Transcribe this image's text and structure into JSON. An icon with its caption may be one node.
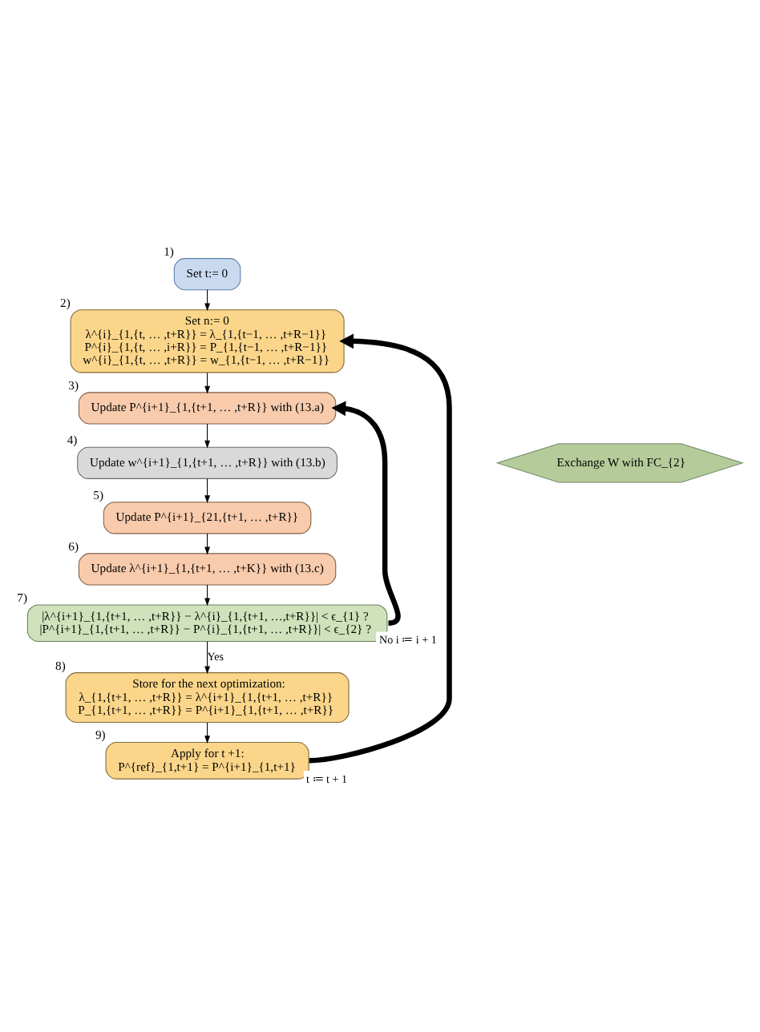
{
  "diagram": {
    "nodes": [
      {
        "text": [
          "Set t:= 0"
        ],
        "beside": [
          "1)"
        ]
      },
      {
        "text": [
          "Set n:= 0",
          "λ^{i}_{1,{t, … ,t+R}} = λ_{1,{t−1, … ,t+R−1}}",
          "P^{i}_{1,{t, … ,i+R}} = P_{1,{t−1, … ,t+R−1}}",
          "w^{i}_{1,{t, … ,t+R}} = w_{1,{t−1, … ,t+R−1}}"
        ],
        "beside": [
          "2)"
        ]
      },
      {
        "text": [
          "Update P^{i+1}_{1,{t+1, … ,t+R}} with (13.a)"
        ],
        "beside": [
          "3)"
        ]
      },
      {
        "text": [
          "Update w^{i+1}_{1,{t+1, … ,t+R}} with (13.b)"
        ],
        "beside": [
          "4)"
        ]
      },
      {
        "text": [
          "Update P^{i+1}_{21,{t+1, … ,t+R}}"
        ],
        "beside": [
          "5)"
        ]
      },
      {
        "text": [
          "Update λ^{i+1}_{1,{t+1, … ,t+K}} with (13.c)"
        ],
        "beside": [
          "6)"
        ]
      },
      {
        "text": [
          "|λ^{i+1}_{1,{t+1, … ,t+R}} − λ^{i}_{1,{t+1, …,t+R}}| < ϵ_{1} ?",
          "|P^{i+1}_{1,{t+1, … ,t+R}} − P^{i}_{1,{t+1, … ,t+R}}| < ϵ_{2} ?"
        ],
        "beside": [
          "7)"
        ]
      },
      {
        "text": [
          "Store for the next optimization:",
          "λ_{1,{t+1, … ,t+R}} = λ^{i+1}_{1,{t+1, … ,t+R}}",
          "P_{1,{t+1, … ,t+R}} = P^{i+1}_{1,{t+1, … ,t+R}}"
        ],
        "beside": [
          "8)"
        ]
      },
      {
        "text": [
          "Apply for t +1:",
          "P^{ref}_{1,t+1} = P^{i+1}_{1,t+1}"
        ],
        "beside": [
          "9)"
        ]
      },
      {
        "text": [
          "Exchange W with FC_{2}"
        ]
      }
    ],
    "edges": [
      {
        "from": 0,
        "to": 1,
        "arrow": "to"
      },
      {
        "from": 1,
        "to": 2,
        "arrow": "to"
      },
      {
        "from": 2,
        "to": 3,
        "arrow": "to"
      },
      {
        "from": 3,
        "to": 4,
        "arrow": "to"
      },
      {
        "from": 4,
        "to": 5,
        "arrow": "to"
      },
      {
        "from": 5,
        "to": 6,
        "arrow": "to"
      },
      {
        "from": 6,
        "to": 2,
        "arrow": "to",
        "label": "No i ≔ i + 1",
        "style": "thick"
      },
      {
        "from": 6,
        "to": 7,
        "arrow": "to",
        "label": "Yes"
      },
      {
        "from": 7,
        "to": 8,
        "arrow": "to"
      },
      {
        "from": 8,
        "to": 1,
        "arrow": "to",
        "label": "t ≔ t + 1",
        "style": "thick"
      }
    ]
  }
}
